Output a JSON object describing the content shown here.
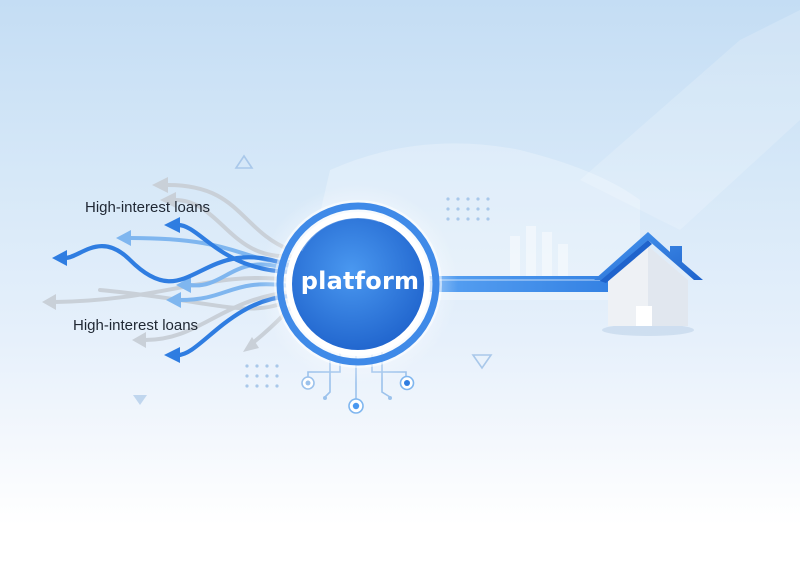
{
  "diagram": {
    "center_label": "platform",
    "left_labels": [
      "High-interest loans",
      "High-interest loans"
    ],
    "destination_icon": "house-icon",
    "colors": {
      "primary_blue": "#2f7de1",
      "light_blue": "#7fb6ef",
      "gray_arrow": "#c9d0d8",
      "house_roof": "#2f7de1",
      "house_wall": "#eef1f5"
    }
  }
}
